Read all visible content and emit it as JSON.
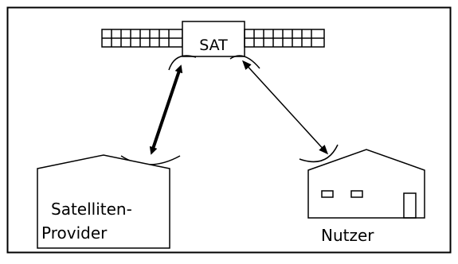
{
  "satellite": {
    "label": "SAT"
  },
  "provider": {
    "label_line1": "Satelliten-",
    "label_line2": "Provider"
  },
  "user": {
    "label": "Nutzer"
  }
}
